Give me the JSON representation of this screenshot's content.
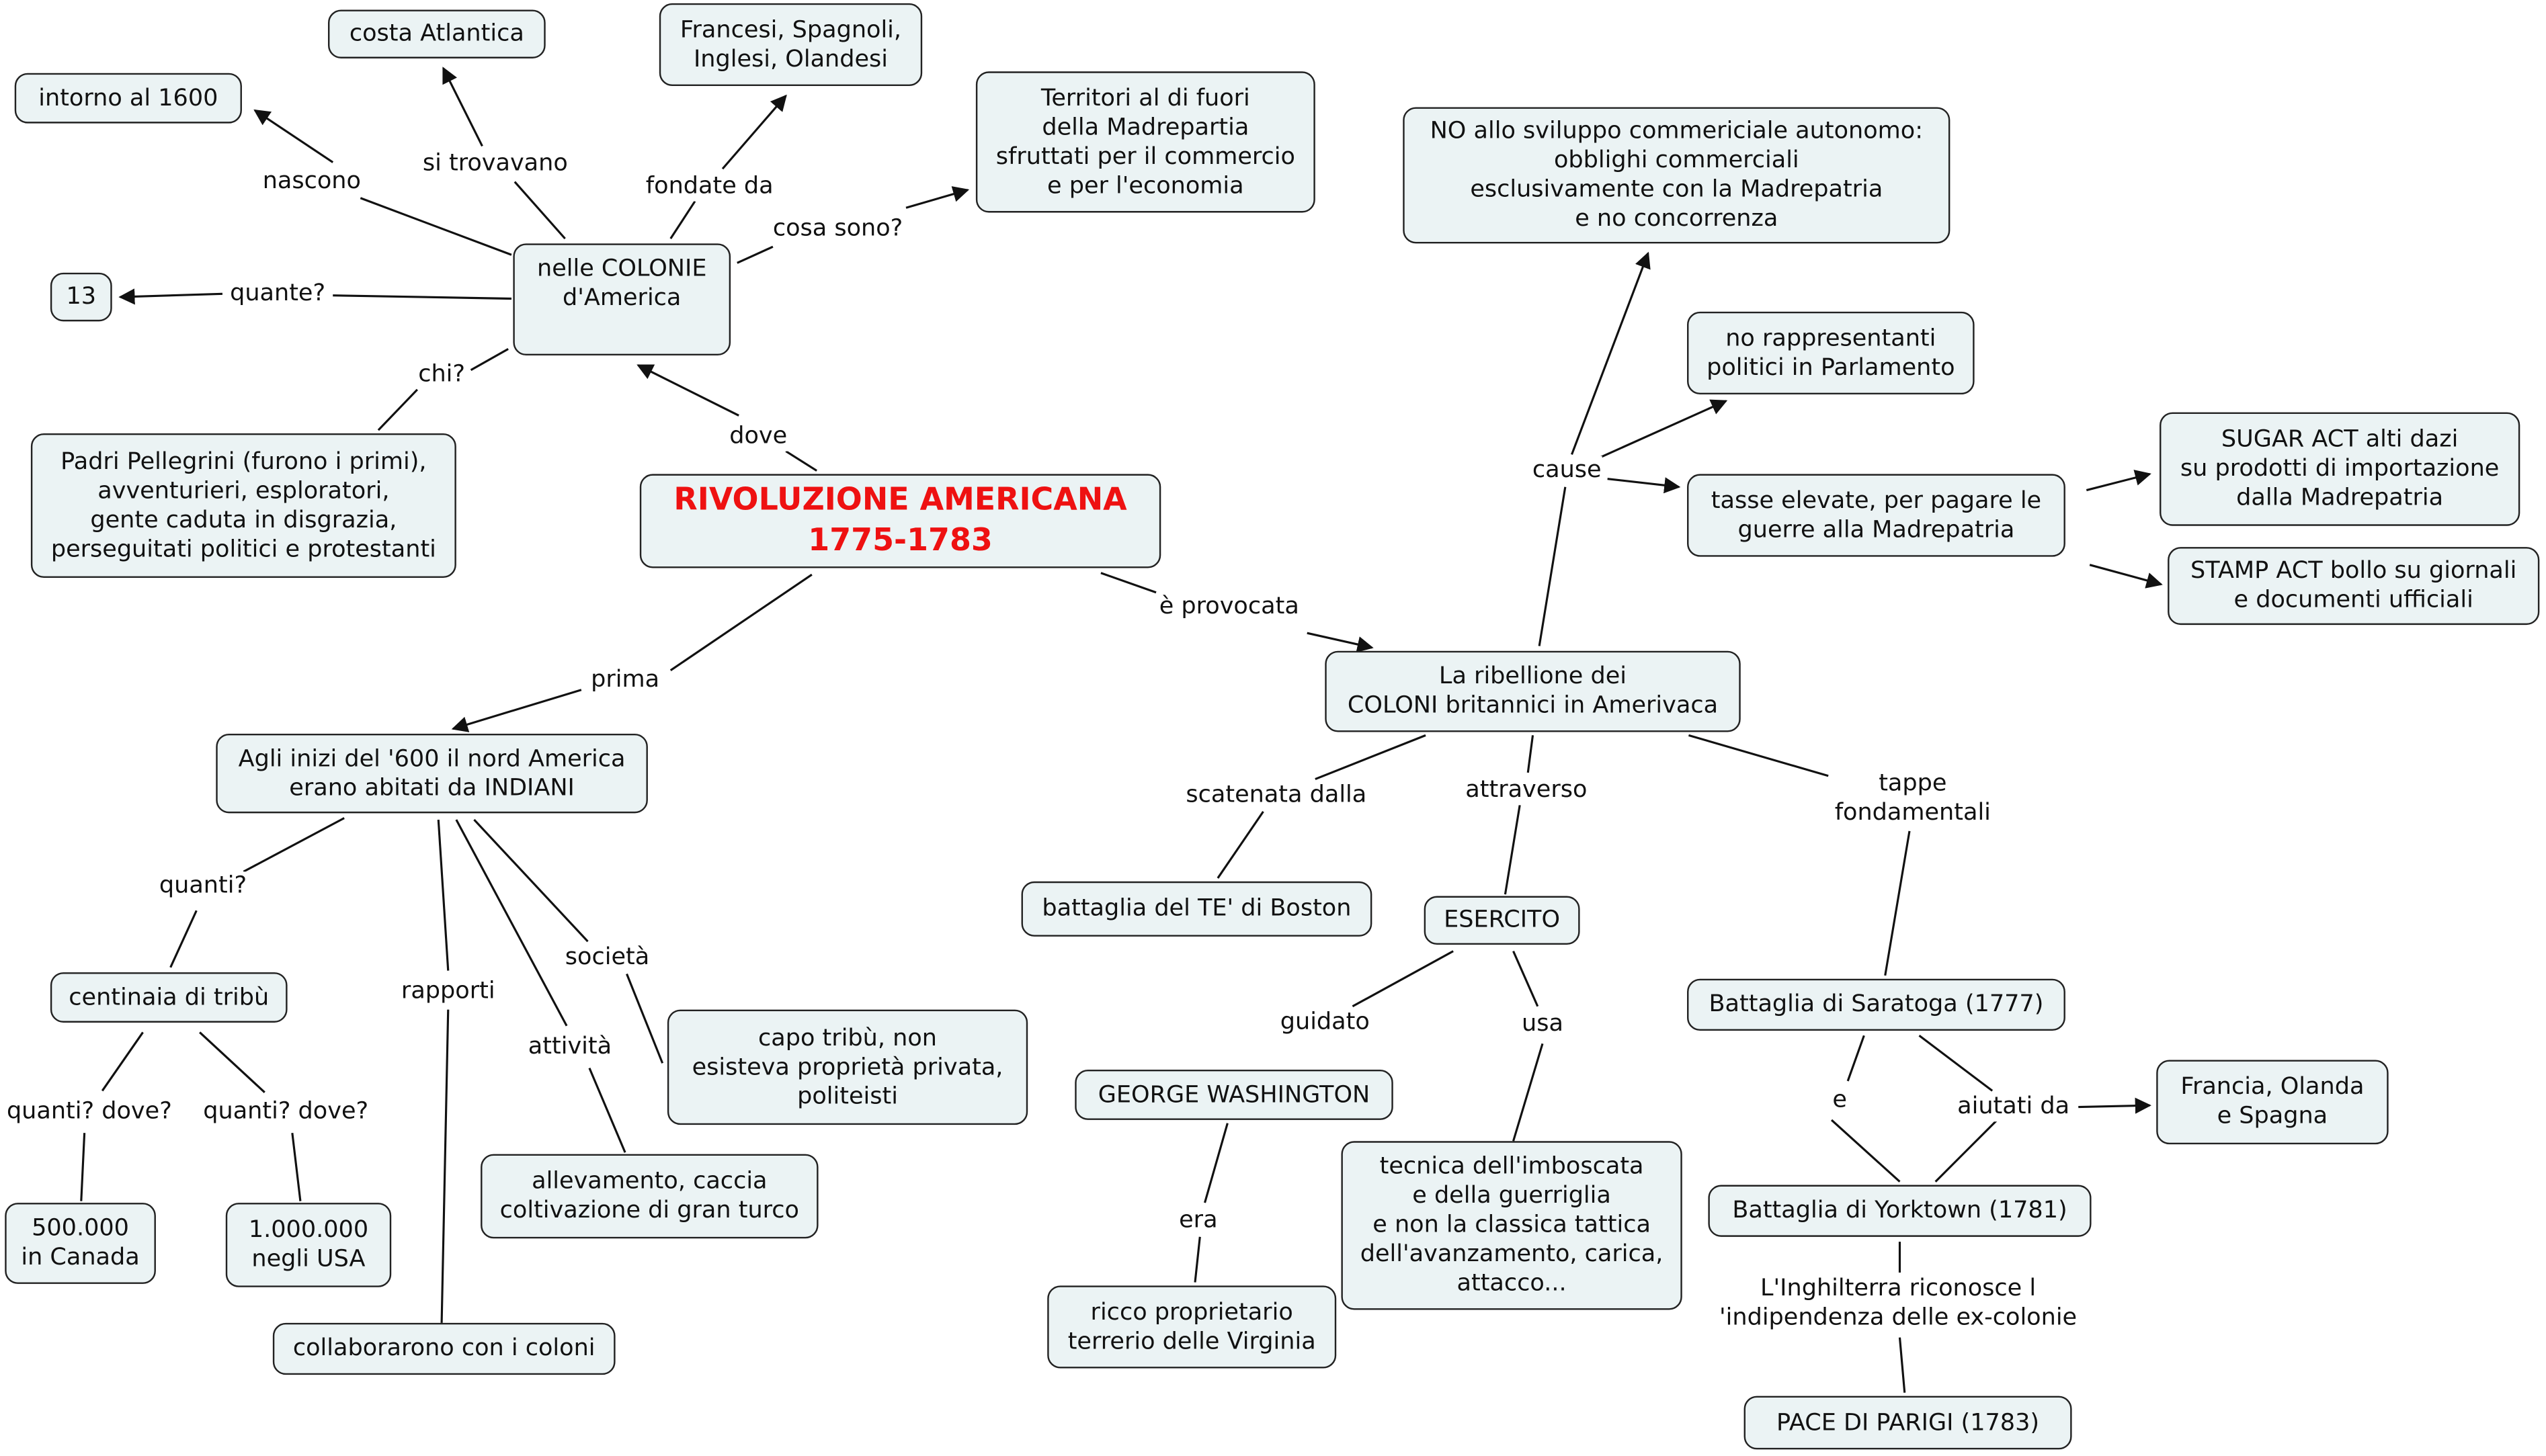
{
  "title": "RIVOLUZIONE AMERICANA\n1775-1783",
  "nodes": {
    "intorno": "intorno al 1600",
    "costa": "costa Atlantica",
    "francesi": "Francesi, Spagnoli,\nInglesi, Olandesi",
    "territori": "Territori al di fuori\ndella Madrepartia\nsfruttati per il commercio\ne per l'economia",
    "colonie": "nelle COLONIE\nd'America",
    "tredici": "13",
    "padri": "Padri Pellegrini (furono i primi),\navventurieri, esploratori,\ngente caduta in disgrazia,\nperseguitati politici e protestanti",
    "no_sviluppo": "NO allo sviluppo commericiale  autonomo:\nobblighi commerciali\nesclusivamente con la Madrepatria\ne no concorrenza",
    "no_rappresentanti": "no rappresentanti\npolitici in Parlamento",
    "tasse": "tasse elevate, per pagare le\nguerre alla Madrepatria",
    "sugar": "SUGAR ACT alti dazi\nsu prodotti di importazione\ndalla Madrepatria",
    "stamp": "STAMP ACT bollo su giornali\ne documenti ufficiali",
    "ribellione": "La ribellione dei\nCOLONI britannici in Amerivaca",
    "indiani": "Agli inizi del '600 il nord America\nerano abitati da INDIANI",
    "boston": "battaglia del TE' di Boston",
    "esercito": "ESERCITO",
    "saratoga": "Battaglia di Saratoga (1777)",
    "centinaia": "centinaia di tribù",
    "capo": "capo tribù, non\nesisteva proprietà privata,\npoliteisti",
    "francia": "Francia, Olanda\ne  Spagna",
    "washington": "GEORGE WASHINGTON",
    "allevamento": "allevamento, caccia\ncoltivazione di gran turco",
    "tecnica": "tecnica dell'imboscata\ne  della guerriglia\ne non la classica tattica\ndell'avanzamento, carica,\nattacco...",
    "yorktown": "Battaglia di Yorktown (1781)",
    "canada": "500.000\nin Canada",
    "usa": "1.000.000\nnegli USA",
    "ricco": "ricco proprietario\nterrerio delle Virginia",
    "collaborarono": "collaborarono con i coloni",
    "pace": "PACE DI PARIGI (1783)"
  },
  "links": {
    "nascono": "nascono",
    "si_trovavano": "si trovavano",
    "fondate_da": "fondate da",
    "cosa_sono": "cosa sono?",
    "quante": "quante?",
    "chi": "chi?",
    "dove": "dove",
    "prima": "prima",
    "provocata": "è provocata",
    "cause": "cause",
    "quanti": "quanti?",
    "rapporti": "rapporti",
    "societa": "società",
    "attivita": "attività",
    "quanti_dove_1": "quanti? dove?",
    "quanti_dove_2": "quanti? dove?",
    "scatenata": "scatenata dalla",
    "attraverso": "attraverso",
    "tappe": "tappe\nfondamentali",
    "guidato": "guidato",
    "usa_link": "usa",
    "era": "era",
    "e": "e",
    "aiutati": "aiutati da",
    "inghilterra": "L'Inghilterra riconosce l\n'indipendenza delle ex-colonie"
  },
  "colors": {
    "node_fill": "#ebf3f4",
    "title": "#ee1111",
    "line": "#111111"
  }
}
